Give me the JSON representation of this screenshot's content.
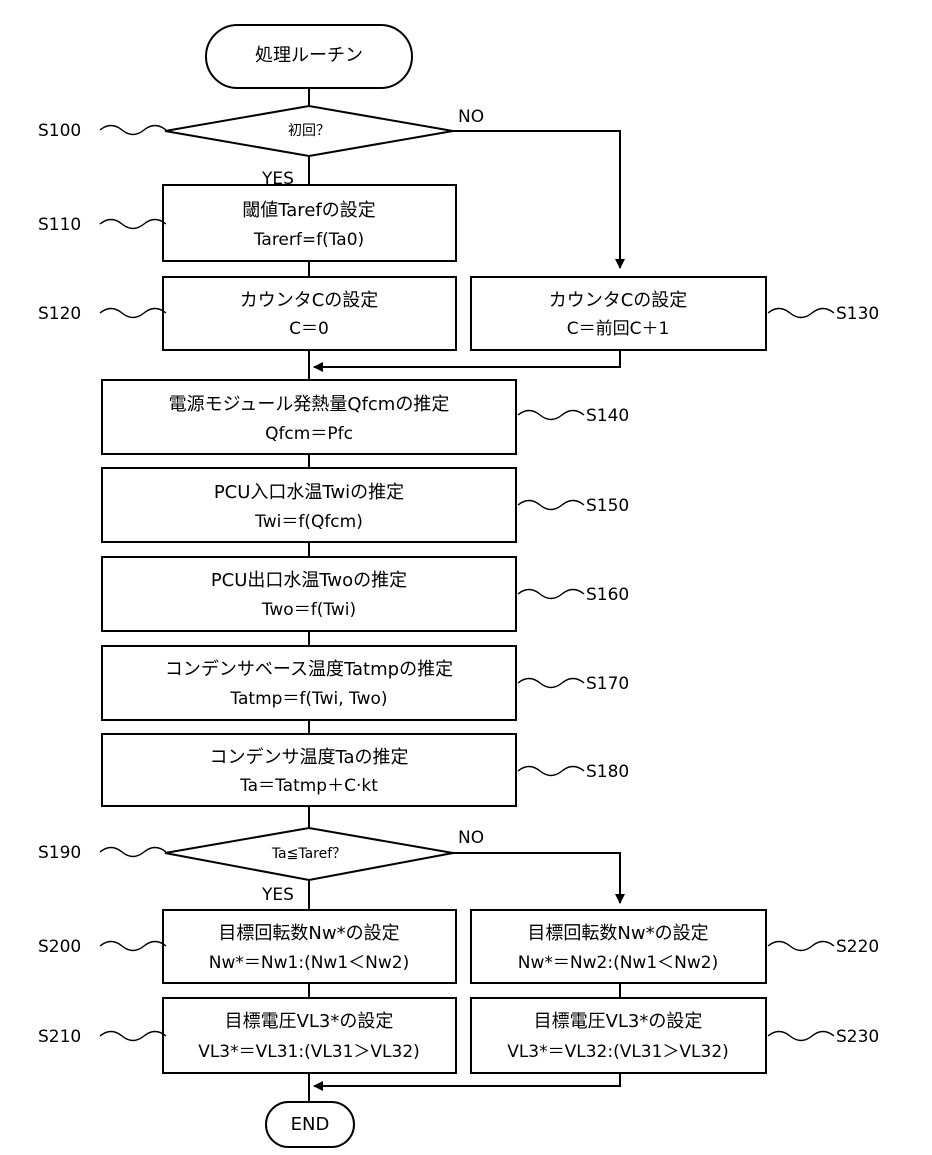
{
  "terminals": {
    "start": "処理ルーチン",
    "end": "END"
  },
  "decisions": {
    "d1": "初回？",
    "d2": "Ta≦Taref？"
  },
  "branches": {
    "yes": "YES",
    "no": "NO"
  },
  "boxes": {
    "s110": {
      "title": "閾値Tarefの設定",
      "formula": "Tarerf=f(Ta0)"
    },
    "s120": {
      "title": "カウンタCの設定",
      "formula": "C＝0"
    },
    "s130": {
      "title": "カウンタCの設定",
      "formula": "C＝前回C＋1"
    },
    "s140": {
      "title": "電源モジュール発熱量Qfcmの推定",
      "formula": "Qfcm＝Pfc"
    },
    "s150": {
      "title": "PCU入口水温Twiの推定",
      "formula": "Twi＝f(Qfcm)"
    },
    "s160": {
      "title": "PCU出口水温Twoの推定",
      "formula": "Two＝f(Twi)"
    },
    "s170": {
      "title": "コンデンサベース温度Tatmpの推定",
      "formula": "Tatmp＝f(Twi, Two)"
    },
    "s180": {
      "title": "コンデンサ温度Taの推定",
      "formula": "Ta＝Tatmp＋C·kt"
    },
    "s200": {
      "title": "目標回転数Nw*の設定",
      "formula": "Nw*＝Nw1:(Nw1＜Nw2)"
    },
    "s210": {
      "title": "目標電圧VL3*の設定",
      "formula": "VL3*＝VL31:(VL31＞VL32)"
    },
    "s220": {
      "title": "目標回転数Nw*の設定",
      "formula": "Nw*＝Nw2:(Nw1＜Nw2)"
    },
    "s230": {
      "title": "目標電圧VL3*の設定",
      "formula": "VL3*＝VL32:(VL31＞VL32)"
    }
  },
  "steps": {
    "s100": "S100",
    "s110": "S110",
    "s120": "S120",
    "s130": "S130",
    "s140": "S140",
    "s150": "S150",
    "s160": "S160",
    "s170": "S170",
    "s180": "S180",
    "s190": "S190",
    "s200": "S200",
    "s210": "S210",
    "s220": "S220",
    "s230": "S230"
  }
}
